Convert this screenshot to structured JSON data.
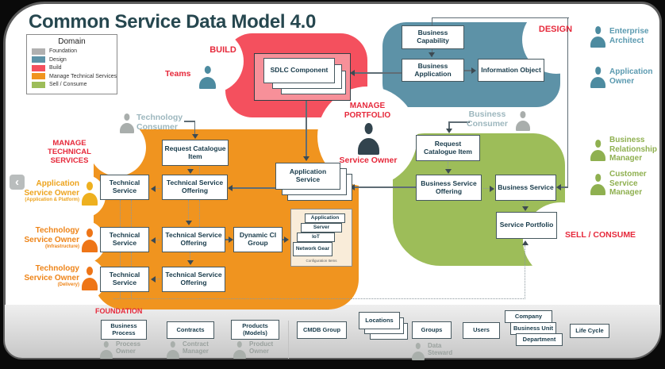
{
  "title": "Common Service Data Model 4.0",
  "legend": {
    "title": "Domain",
    "items": [
      {
        "label": "Foundation",
        "color": "#b0b0b0"
      },
      {
        "label": "Design",
        "color": "#5d92a7"
      },
      {
        "label": "Build",
        "color": "#f4505e"
      },
      {
        "label": "Manage Technical Services",
        "color": "#f0941f"
      },
      {
        "label": "Sell / Consume",
        "color": "#9dbd59"
      }
    ]
  },
  "labels": {
    "build": "BUILD",
    "design": "DESIGN",
    "manage_portfolio": "MANAGE PORTFOLIO",
    "manage_technical_services_lines": [
      "MANAGE",
      "TECHNICAL SERVICES"
    ],
    "sell_consume": "SELL / CONSUME",
    "foundation": "FOUNDATION",
    "teams": "Teams",
    "chevron": "‹"
  },
  "design": {
    "business_capability": "Business Capability",
    "business_application": "Business Application",
    "information_object": "Information Object"
  },
  "build": {
    "sdlc_component": "SDLC Component"
  },
  "manage_technical_services": {
    "request_catalogue_item": "Request Catalogue Item",
    "technical_service_1": "Technical Service",
    "technical_service_offering_1": "Technical Service Offering",
    "technical_service_2": "Technical Service",
    "technical_service_offering_2": "Technical Service Offering",
    "dynamic_ci_group": "Dynamic CI Group",
    "technical_service_3": "Technical Service",
    "technical_service_offering_3": "Technical Service Offering",
    "application_service": "Application Service",
    "configuration_items": {
      "caption": "Configuration Items",
      "items": [
        "Application",
        "Server",
        "IoT",
        "Network Gear"
      ]
    }
  },
  "sell_consume": {
    "request_catalogue_item": "Request Catalogue Item",
    "business_service_offering": "Business Service Offering",
    "business_service": "Business Service",
    "service_portfolio": "Service Portfolio"
  },
  "foundation": {
    "business_process": "Business Process",
    "contracts": "Contracts",
    "products": "Products (Models)",
    "cmdb_group": "CMDB Group",
    "locations": "Locations",
    "groups": "Groups",
    "users": "Users",
    "company": "Company",
    "business_unit": "Business Unit",
    "department": "Department",
    "life_cycle": "Life Cycle"
  },
  "personas": {
    "technology_consumer": "Technology Consumer",
    "business_consumer": "Business Consumer",
    "service_owner": "Service Owner",
    "enterprise_architect": "Enterprise Architect",
    "application_owner": "Application Owner",
    "business_relationship_manager": "Business Relationship Manager",
    "customer_service_manager": "Customer Service Manager",
    "application_service_owner": {
      "line1": "Application",
      "line2": "Service Owner",
      "sub": "(Application & Platform)"
    },
    "technology_service_owner_infra": {
      "line1": "Technology",
      "line2": "Service Owner",
      "sub": "(Infrastructure)"
    },
    "technology_service_owner_delivery": {
      "line1": "Technology",
      "line2": "Service Owner",
      "sub": "(Delivery)"
    },
    "process_owner": "Process Owner",
    "contract_manager": "Contract Manager",
    "product_owner": "Product Owner",
    "data_steward": "Data Steward"
  },
  "colors": {
    "build": "#f4505e",
    "build_inner": "#f79099",
    "design": "#5d92a7",
    "manage_technical_services": "#f0941f",
    "sell_consume": "#9dbd59",
    "foundation_swatch": "#b0b0b0",
    "domain_label_red": "#e6293b",
    "title": "#26474f",
    "persona_teal": "#4d8ba0",
    "persona_gray": "#a9aeac",
    "persona_gold": "#eeb01f",
    "persona_orange": "#ee7517",
    "persona_dark": "#32444e",
    "persona_green": "#8fb050",
    "ci_container": "#f9ecd9",
    "box_border": "#46585f",
    "box_text": "#173a4a"
  }
}
